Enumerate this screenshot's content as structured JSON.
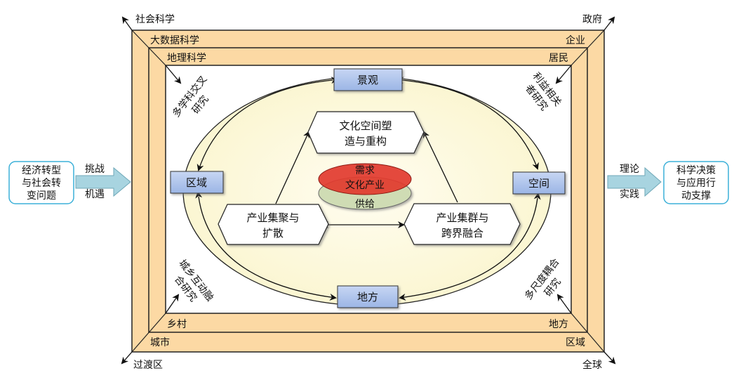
{
  "outer_ring": {
    "top_left": "社会科学",
    "top_right": "政府",
    "bottom_left": "过渡区",
    "bottom_right": "全球"
  },
  "ring1": {
    "top_left": "大数据科学",
    "top_right": "企业",
    "bottom_left": "城市",
    "bottom_right": "区域"
  },
  "ring2": {
    "top_left": "地理科学",
    "top_right": "居民",
    "bottom_left": "乡村",
    "bottom_right": "地方"
  },
  "corners": {
    "tl": [
      "多学科交叉",
      "研究"
    ],
    "tr": [
      "利益相关",
      "者研究"
    ],
    "bl": [
      "城乡互动融",
      "合研究"
    ],
    "br": [
      "多尺度耦合",
      "研究"
    ]
  },
  "core_boxes": {
    "top": "景观",
    "left": "区域",
    "right": "空间",
    "bottom": "地方"
  },
  "hexagons": {
    "top": [
      "文化空间塑",
      "造与重构"
    ],
    "left": [
      "产业集聚与",
      "扩散"
    ],
    "right": [
      "产业集群与",
      "跨界融合"
    ]
  },
  "center": {
    "demand": "需求",
    "industry": "文化产业",
    "supply": "供给"
  },
  "left_side": {
    "problem": [
      "经济转型",
      "与社会转",
      "变问题"
    ],
    "arrow_top": "挑战",
    "arrow_bottom": "机遇"
  },
  "right_side": {
    "outcome": [
      "科学决策",
      "与应用行",
      "动支撑"
    ],
    "arrow_top": "理论",
    "arrow_bottom": "实践"
  },
  "colors": {
    "frame_fill": "#fcd9a4",
    "frame_stroke": "#222222",
    "ellipse_fill": "#fdfbe3",
    "box_fill": "#aec4ec",
    "red_ellipse": "#e23a2e",
    "green_ellipse": "#cfdcb4",
    "side_arrow": "#a8d4e0",
    "side_box_border": "#3cb0d8"
  }
}
